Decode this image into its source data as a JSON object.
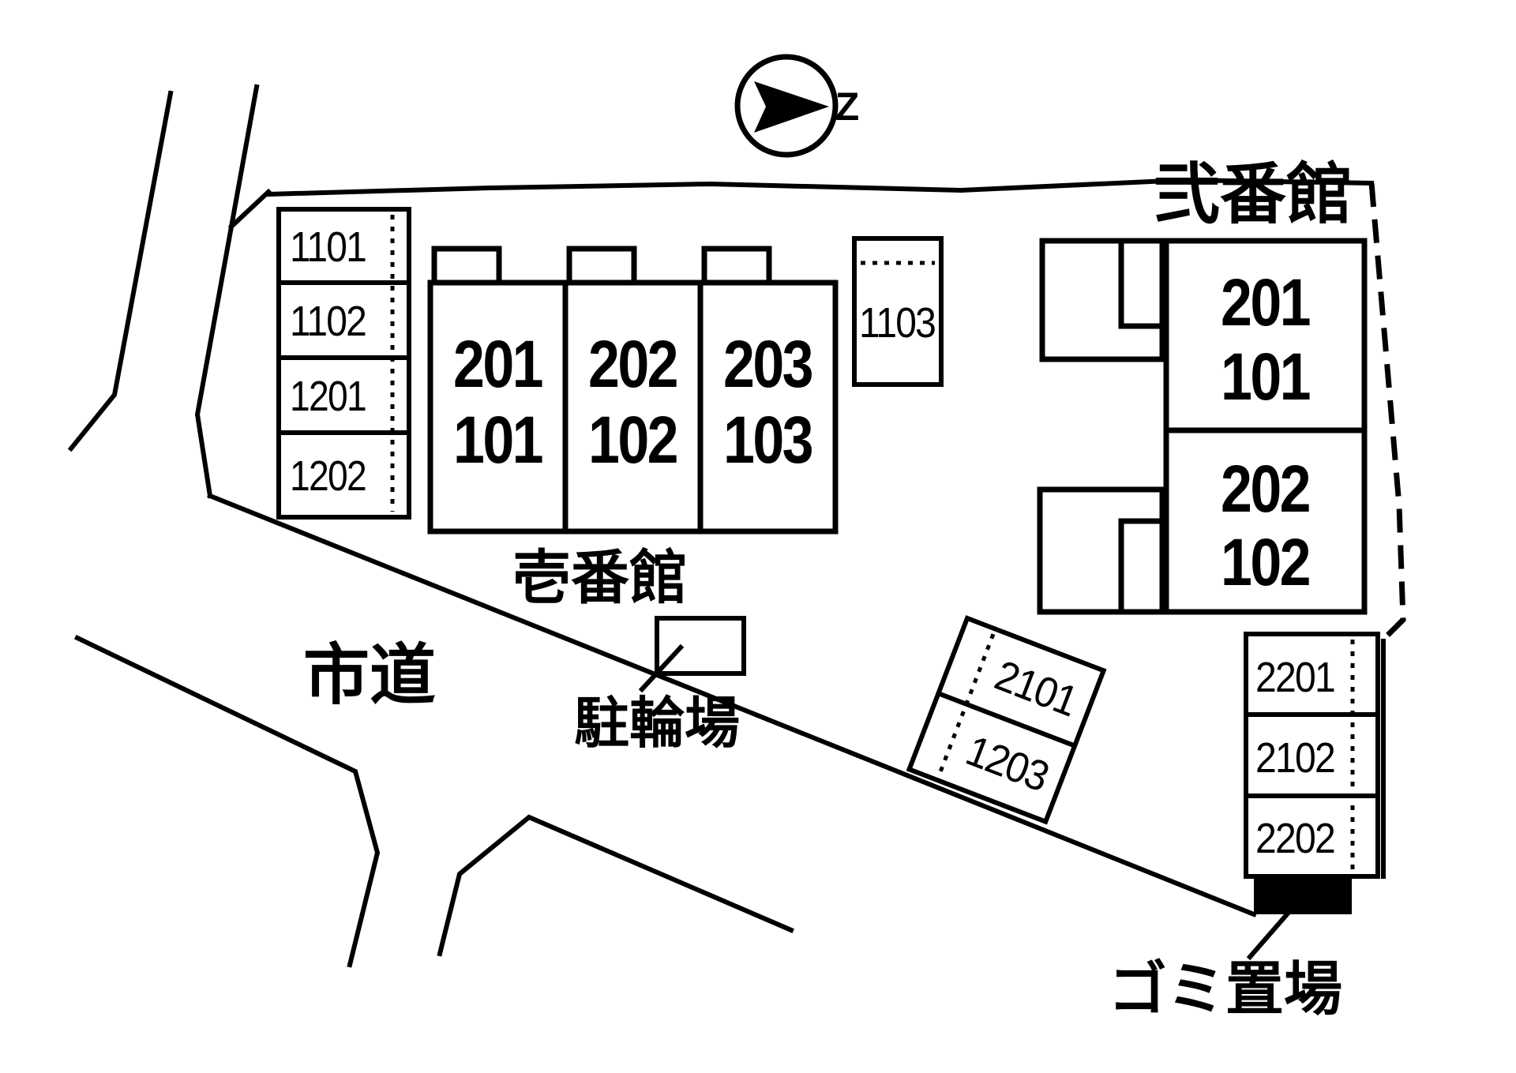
{
  "compass": {
    "label": "Z"
  },
  "roads": {
    "city_road_label": "市道"
  },
  "buildings": {
    "building1": {
      "name": "壱番館",
      "units": [
        [
          "201",
          "101"
        ],
        [
          "202",
          "102"
        ],
        [
          "203",
          "103"
        ]
      ]
    },
    "building2": {
      "name": "弐番館",
      "units": [
        [
          "201",
          "101"
        ],
        [
          "202",
          "102"
        ]
      ]
    }
  },
  "parking": {
    "left_stack": [
      "1101",
      "1102",
      "1201",
      "1202"
    ],
    "single": "1103",
    "tilted": [
      "2101",
      "1203"
    ],
    "right_stack": [
      "2201",
      "2102",
      "2202"
    ]
  },
  "facilities": {
    "bicycle_label": "駐輪場",
    "garbage_label": "ゴミ置場"
  }
}
